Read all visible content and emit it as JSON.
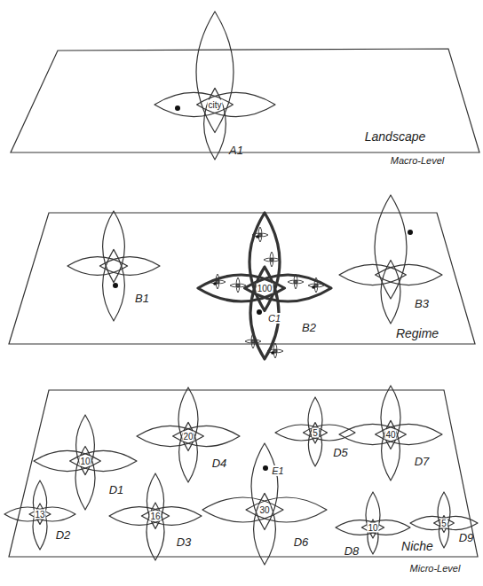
{
  "diagram": {
    "nodes": [
      {
        "text": [
          "Landscape",
          "Macro-Level"
        ]
      },
      {
        "text": [
          "city",
          "A1"
        ],
        "in": 0
      },
      {
        "text": [
          "Regime"
        ]
      },
      {
        "text": [
          "B1"
        ],
        "in": 2
      },
      {
        "text": [
          "100",
          "B2"
        ],
        "in": 2
      },
      {
        "text": [
          "B3"
        ],
        "in": 2
      },
      {
        "text": [
          "Niche",
          "Micro-Level"
        ]
      },
      {
        "text": [
          "10",
          "D1"
        ],
        "in": 6
      },
      {
        "text": [
          "13",
          "D2"
        ],
        "in": 6
      },
      {
        "text": [
          "16",
          "D3"
        ],
        "in": 6
      },
      {
        "text": [
          "20",
          "D4"
        ],
        "in": 6
      },
      {
        "text": [
          "5",
          "D5"
        ],
        "in": 6
      },
      {
        "text": [
          "30",
          "D6"
        ],
        "in": 6
      },
      {
        "text": [
          "40",
          "D7"
        ],
        "in": 6
      },
      {
        "text": [
          "10",
          "D8"
        ],
        "in": 6
      },
      {
        "text": [
          "5",
          "D9"
        ],
        "in": 6
      }
    ],
    "labels": [
      "C1",
      "E1"
    ]
  }
}
